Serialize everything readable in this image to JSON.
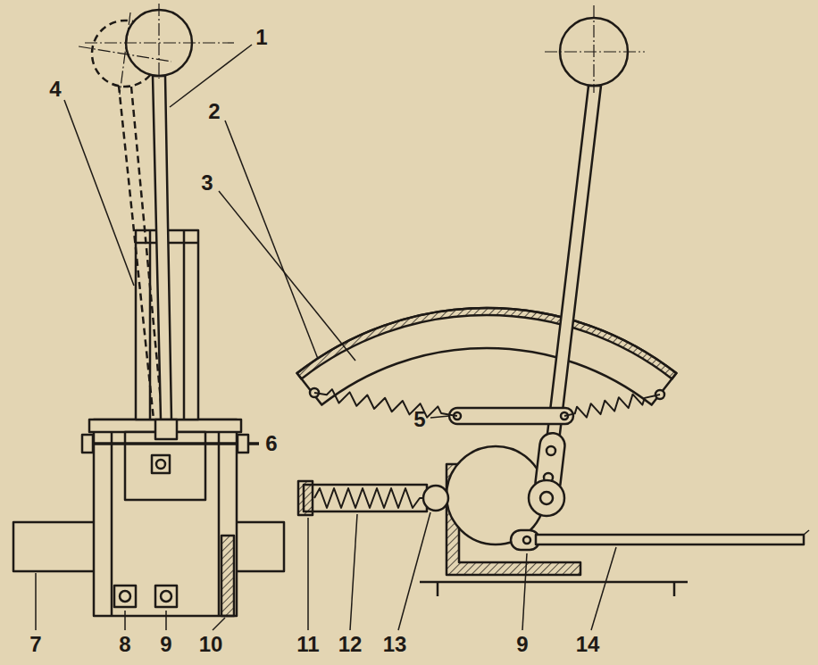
{
  "diagram": {
    "labels": [
      "1",
      "2",
      "3",
      "4",
      "5",
      "6",
      "7",
      "8",
      "9",
      "10",
      "11",
      "12",
      "13",
      "9",
      "14"
    ]
  }
}
